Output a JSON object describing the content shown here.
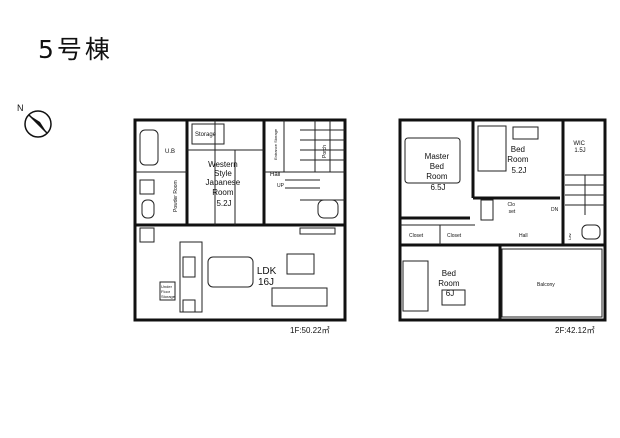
{
  "title": "5号棟",
  "compass": {
    "label": "N",
    "icon": "north-arrow-icon"
  },
  "floor1": {
    "area": "1F:50.22㎡",
    "rooms": {
      "storage": "Storage",
      "western_style": [
        "Western",
        "Style",
        "Japanese",
        "Room",
        "5.2J"
      ],
      "ub": "U.B",
      "powder": "Powder Room",
      "entrance_storage": "Entrance Storage",
      "porch": "Porch",
      "hall": "Hall",
      "up": "UP",
      "underfloor": [
        "Under",
        "Floor",
        "Storage"
      ],
      "ldk": [
        "LDK",
        "16J"
      ]
    }
  },
  "floor2": {
    "area": "2F:42.12㎡",
    "rooms": {
      "master": [
        "Master",
        "Bed",
        "Room",
        "6.5J"
      ],
      "bed1": [
        "Bed",
        "Room",
        "5.2J"
      ],
      "wic": [
        "WIC",
        "1.5J"
      ],
      "closet_small": [
        "Clo",
        "set"
      ],
      "dn": "DN",
      "closet1": "Closet",
      "closet2": "Closet",
      "hall": "Hall",
      "lav": "Lav.",
      "bed2": [
        "Bed",
        "Room",
        "6J"
      ],
      "balcony": "Balcony"
    }
  }
}
